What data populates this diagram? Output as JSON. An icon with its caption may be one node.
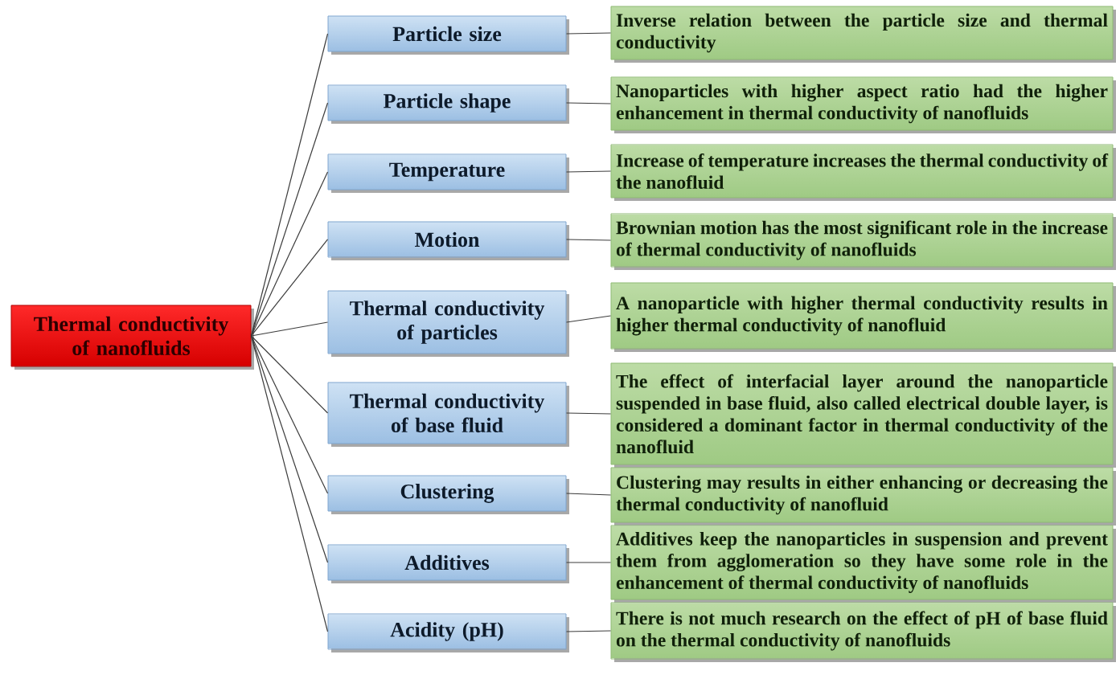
{
  "diagram": {
    "nodes": [
      {
        "text": [
          "Thermal conductivity of nanofluids"
        ]
      },
      {
        "text": [
          "Particle size"
        ]
      },
      {
        "text": [
          "Particle shape"
        ]
      },
      {
        "text": [
          "Temperature"
        ]
      },
      {
        "text": [
          "Motion"
        ]
      },
      {
        "text": [
          "Thermal conductivity of particles"
        ]
      },
      {
        "text": [
          "Thermal conductivity of base fluid"
        ]
      },
      {
        "text": [
          "Clustering"
        ]
      },
      {
        "text": [
          "Additives"
        ]
      },
      {
        "text": [
          "Acidity (pH)"
        ]
      },
      {
        "text": [
          "Inverse relation between the particle size and thermal conductivity"
        ]
      },
      {
        "text": [
          "Nanoparticles with higher aspect ratio had the higher enhancement in thermal conductivity of nanofluids"
        ]
      },
      {
        "text": [
          "Increase of temperature increases the thermal conductivity of the nanofluid"
        ]
      },
      {
        "text": [
          "Brownian motion has the most significant role in the increase of thermal conductivity of nanofluids"
        ]
      },
      {
        "text": [
          "A nanoparticle with higher thermal conductivity results in higher thermal conductivity of nanofluid"
        ]
      },
      {
        "text": [
          "The effect of interfacial layer around the nanoparticle suspended in base fluid, also called electrical double layer, is considered a dominant factor in thermal conductivity of the nanofluid"
        ]
      },
      {
        "text": [
          "Clustering may results in either enhancing or decreasing the thermal conductivity of nanofluid"
        ]
      },
      {
        "text": [
          "Additives keep the nanoparticles in suspension and prevent them from agglomeration so they have some role in the enhancement of thermal conductivity of nanofluids"
        ]
      },
      {
        "text": [
          "There is not much research on the effect of pH of base fluid on the thermal conductivity of nanofluids"
        ]
      }
    ],
    "edges": [
      {
        "from": 0,
        "to": 1,
        "arrow": "none"
      },
      {
        "from": 0,
        "to": 2,
        "arrow": "none"
      },
      {
        "from": 0,
        "to": 3,
        "arrow": "none"
      },
      {
        "from": 0,
        "to": 4,
        "arrow": "none"
      },
      {
        "from": 0,
        "to": 5,
        "arrow": "none"
      },
      {
        "from": 0,
        "to": 6,
        "arrow": "none"
      },
      {
        "from": 0,
        "to": 7,
        "arrow": "none"
      },
      {
        "from": 0,
        "to": 8,
        "arrow": "none"
      },
      {
        "from": 0,
        "to": 9,
        "arrow": "none"
      },
      {
        "from": 1,
        "to": 10,
        "arrow": "none"
      },
      {
        "from": 2,
        "to": 11,
        "arrow": "none"
      },
      {
        "from": 3,
        "to": 12,
        "arrow": "none"
      },
      {
        "from": 4,
        "to": 13,
        "arrow": "none"
      },
      {
        "from": 5,
        "to": 14,
        "arrow": "none"
      },
      {
        "from": 6,
        "to": 15,
        "arrow": "none"
      },
      {
        "from": 7,
        "to": 16,
        "arrow": "none"
      },
      {
        "from": 8,
        "to": 17,
        "arrow": "none"
      },
      {
        "from": 9,
        "to": 18,
        "arrow": "none"
      }
    ]
  }
}
